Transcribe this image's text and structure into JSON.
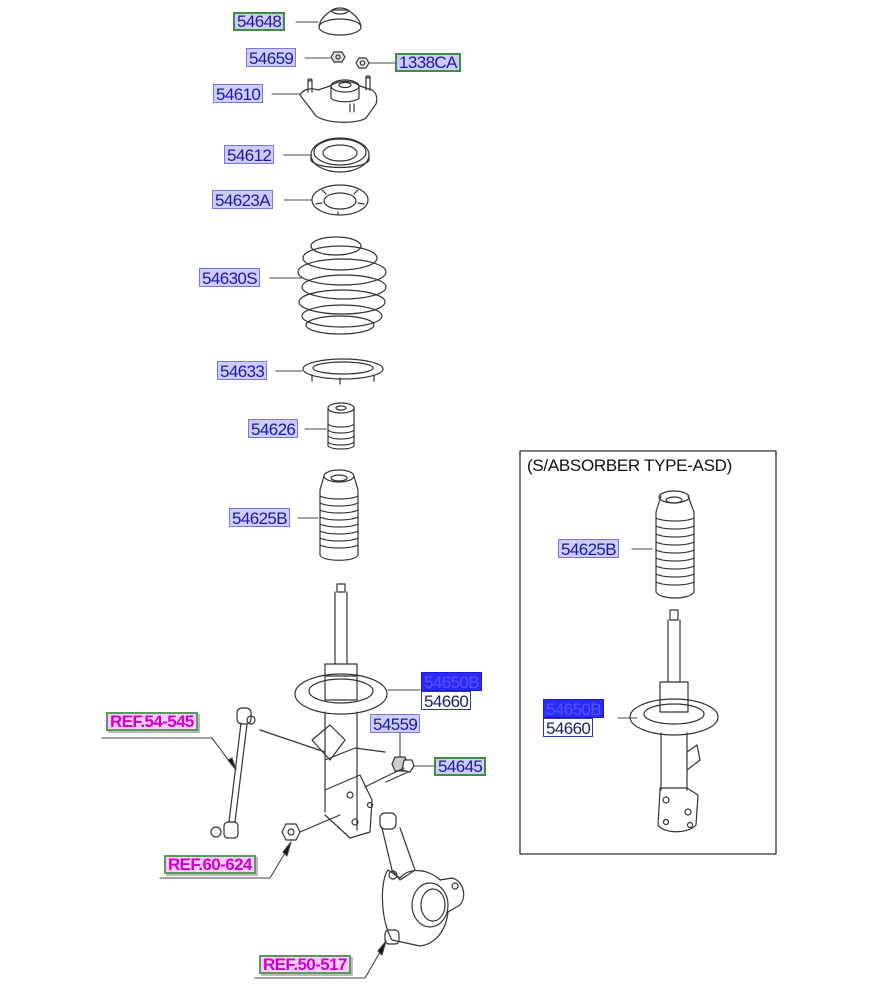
{
  "diagram": {
    "subject": "Front strut / shock absorber assembly exploded view",
    "labels": [
      {
        "id": "54648",
        "style": "green"
      },
      {
        "id": "54659",
        "style": "blue"
      },
      {
        "id": "1338CA",
        "style": "green"
      },
      {
        "id": "54610",
        "style": "blue"
      },
      {
        "id": "54612",
        "style": "blue"
      },
      {
        "id": "54623A",
        "style": "blue"
      },
      {
        "id": "54630S",
        "style": "blue"
      },
      {
        "id": "54633",
        "style": "blue"
      },
      {
        "id": "54626",
        "style": "blue"
      },
      {
        "id": "54625B",
        "style": "blue"
      },
      {
        "id": "54650B",
        "style": "selected"
      },
      {
        "id": "54660",
        "style": "plain"
      },
      {
        "id": "54559",
        "style": "blue"
      },
      {
        "id": "54645",
        "style": "green"
      },
      {
        "id": "REF.54-545",
        "style": "reference"
      },
      {
        "id": "REF.60-624",
        "style": "reference"
      },
      {
        "id": "REF.50-517",
        "style": "reference"
      }
    ],
    "inset": {
      "title": "(S/ABSORBER TYPE-ASD)",
      "labels": [
        {
          "id": "54625B",
          "style": "blue"
        },
        {
          "id": "54650B",
          "style": "selected"
        },
        {
          "id": "54660",
          "style": "plain"
        }
      ]
    },
    "colors": {
      "label_fill": "#ccccff",
      "label_text": "#1a1a9a",
      "label_border_blue": "#7777dd",
      "label_border_green": "#3f8f3f",
      "selected_fill": "#2a2aff",
      "reference_text": "#cc00cc",
      "reference_fill": "#ffccff",
      "line_art": "#333333"
    }
  }
}
